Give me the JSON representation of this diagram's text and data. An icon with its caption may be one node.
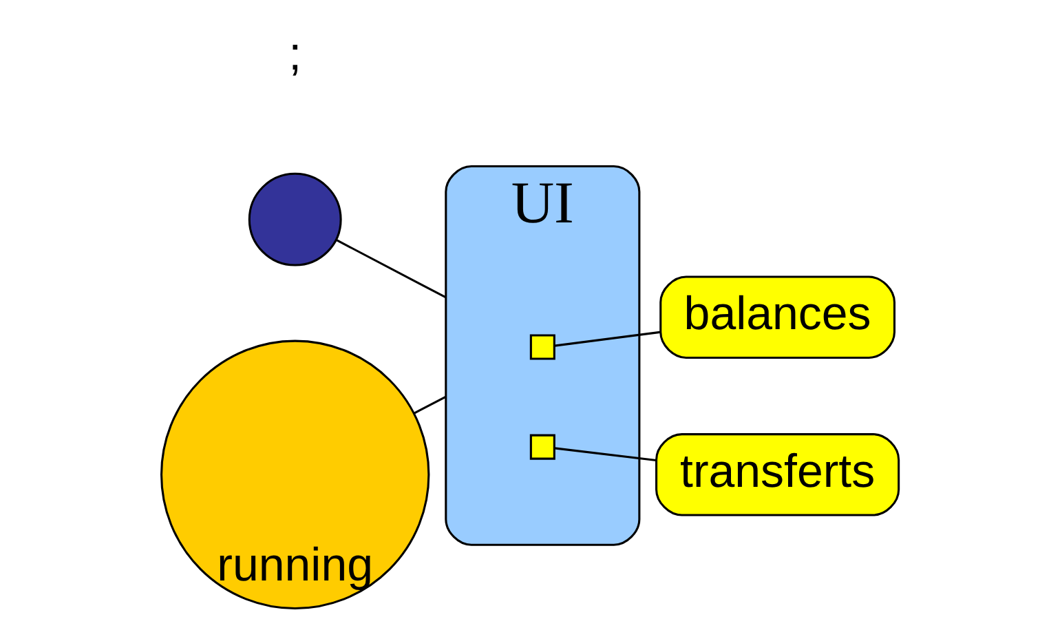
{
  "diagram": {
    "nodes": [
      {
        "text": [
          "UI"
        ]
      },
      {
        "text": [],
        "shape": "circle"
      },
      {
        "text": [
          "running"
        ]
      },
      {
        "text": [],
        "shape": "box",
        "in": 0
      },
      {
        "text": [
          "balances"
        ]
      },
      {
        "text": [],
        "shape": "box",
        "in": 0
      },
      {
        "text": [
          "transferts"
        ]
      }
    ],
    "edges": [
      {
        "from": 1,
        "to": 0,
        "arrow": "none"
      },
      {
        "from": 2,
        "to": 0,
        "arrow": "none"
      },
      {
        "from": 3,
        "to": 4,
        "arrow": "none"
      },
      {
        "from": 5,
        "to": 6,
        "arrow": "none"
      }
    ],
    "labels": [
      ";"
    ]
  }
}
